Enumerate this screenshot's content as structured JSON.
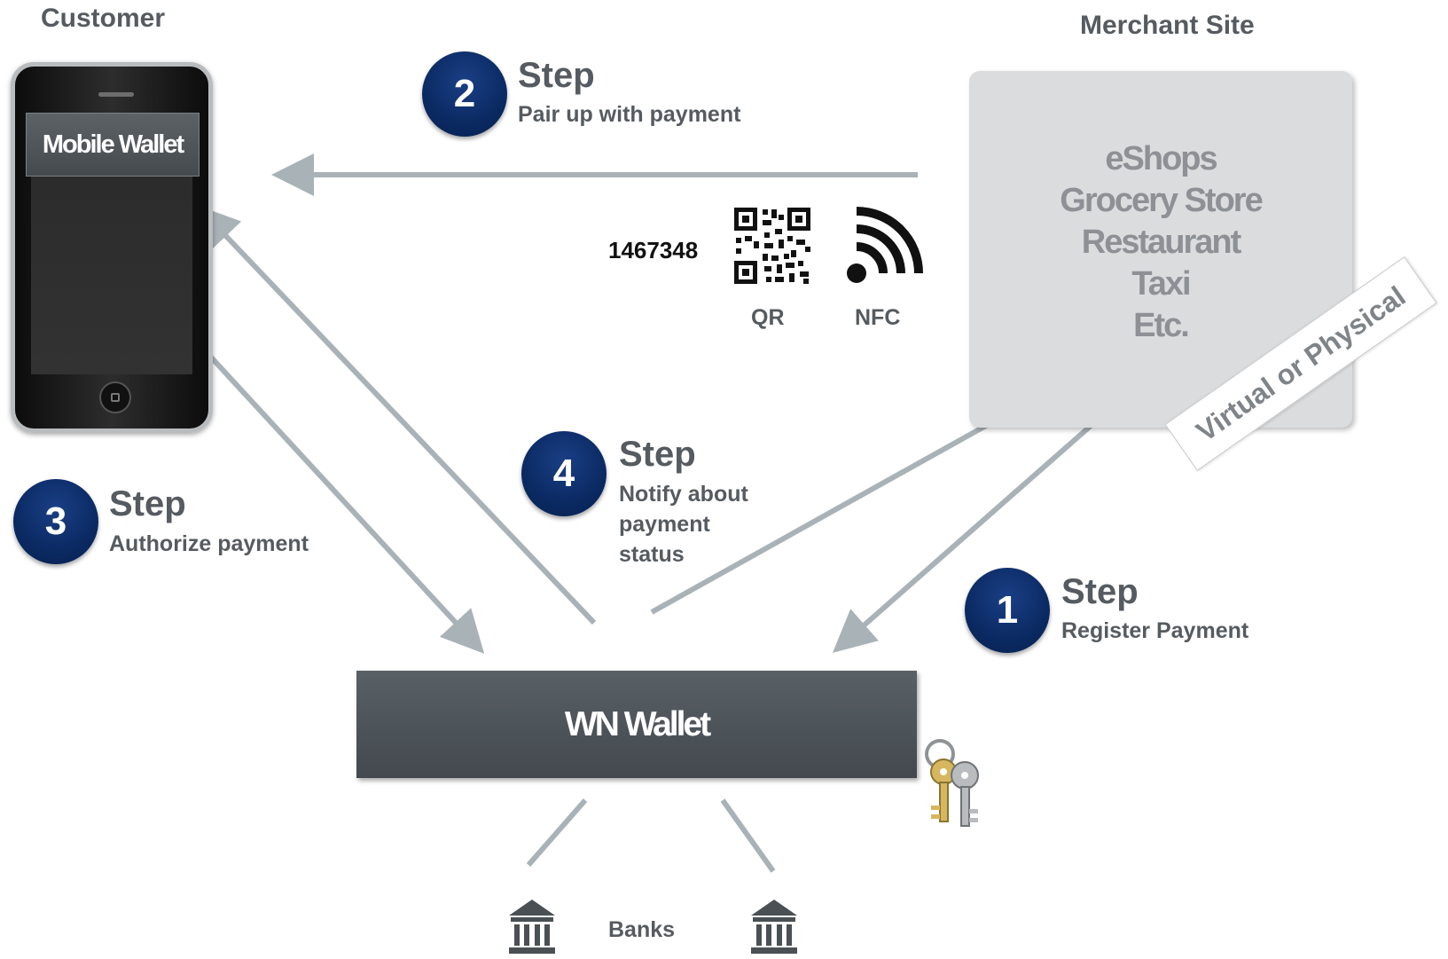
{
  "customer_heading": "Customer",
  "merchant_heading": "Merchant Site",
  "phone": {
    "screen_title": "Mobile Wallet"
  },
  "merchant_types": [
    "eShops",
    "Grocery Store",
    "Restaurant",
    "Taxi",
    "Etc."
  ],
  "virtual_label": "Virtual or Physical",
  "wallet_label": "WN Wallet",
  "banks_label": "Banks",
  "pairing": {
    "code": "1467348",
    "qr_label": "QR",
    "nfc_label": "NFC"
  },
  "steps": [
    {
      "number": "1",
      "title": "Step",
      "description": "Register Payment"
    },
    {
      "number": "2",
      "title": "Step",
      "description": "Pair up with payment"
    },
    {
      "number": "3",
      "title": "Step",
      "description": "Authorize payment"
    },
    {
      "number": "4",
      "title": "Step",
      "description_lines": [
        "Notify about",
        "payment",
        "status"
      ]
    }
  ],
  "colors": {
    "arrow": "#a9b2b7",
    "badge": "#0b2a63",
    "text": "#555b60",
    "merchant_box": "#dadcdd"
  },
  "icons": [
    "smartphone-icon",
    "qr-code-icon",
    "nfc-icon",
    "keys-icon",
    "bank-icon"
  ]
}
